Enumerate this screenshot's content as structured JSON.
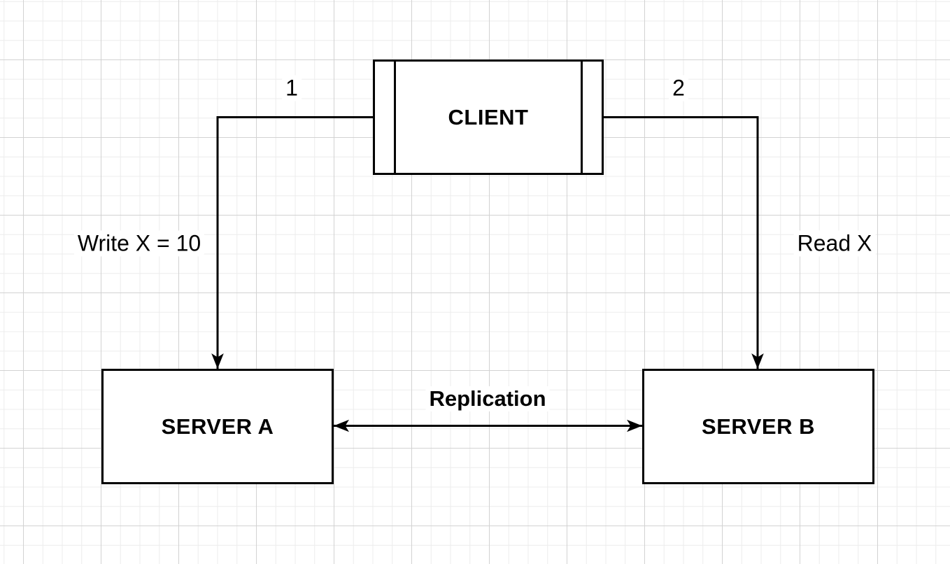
{
  "diagram": {
    "type": "flow-diagram",
    "background": {
      "grid": true,
      "canvas_color": "#ffffff",
      "grid_minor_color": "#ececec",
      "grid_major_color": "#d2d2d2"
    },
    "stroke_color": "#000000",
    "nodes": [
      {
        "id": "client",
        "label": "CLIENT",
        "shape": "process"
      },
      {
        "id": "server-a",
        "label": "SERVER A",
        "shape": "rectangle"
      },
      {
        "id": "server-b",
        "label": "SERVER B",
        "shape": "rectangle"
      }
    ],
    "edges": [
      {
        "from": "client",
        "to": "server-a",
        "label": "Write X = 10",
        "sequence": "1",
        "direction": "one-way"
      },
      {
        "from": "client",
        "to": "server-b",
        "label": "Read X",
        "sequence": "2",
        "direction": "one-way"
      },
      {
        "from": "server-a",
        "to": "server-b",
        "label": "Replication",
        "direction": "two-way"
      }
    ]
  }
}
